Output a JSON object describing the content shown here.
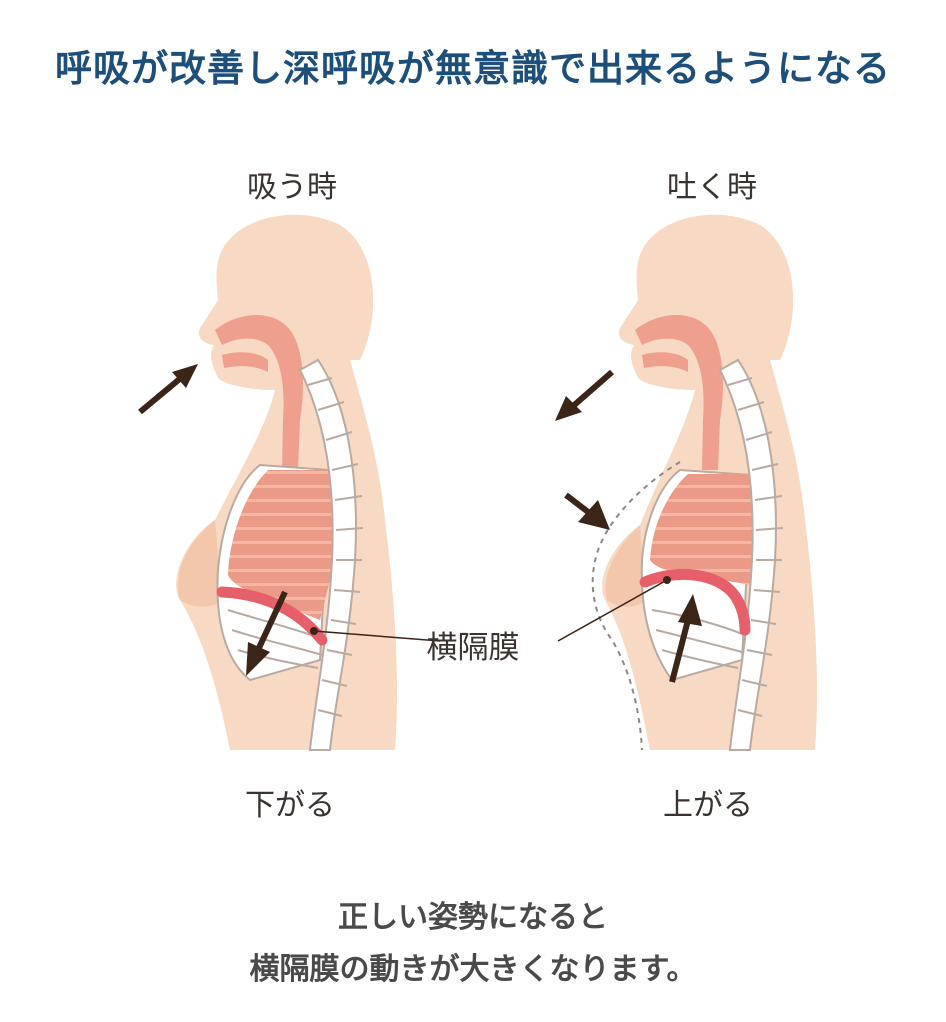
{
  "title": "呼吸が改善し深呼吸が無意識で出来るようになる",
  "panels": {
    "inhale": {
      "label": "吸う時",
      "state": "下がる"
    },
    "exhale": {
      "label": "吐く時",
      "state": "上がる"
    }
  },
  "diaphragm_label": "横隔膜",
  "caption": {
    "line1": "正しい姿勢になると",
    "line2": "横隔膜の動きが大きくなります。"
  },
  "colors": {
    "title": "#1d4f7a",
    "skin": "#f8d9c3",
    "skin_shade": "#f3c7ab",
    "airway": "#ef9f8d",
    "lung": "#e8907c",
    "diaphragm": "#e5606a",
    "spine": "#ffffff",
    "arrow": "#3b2418"
  }
}
